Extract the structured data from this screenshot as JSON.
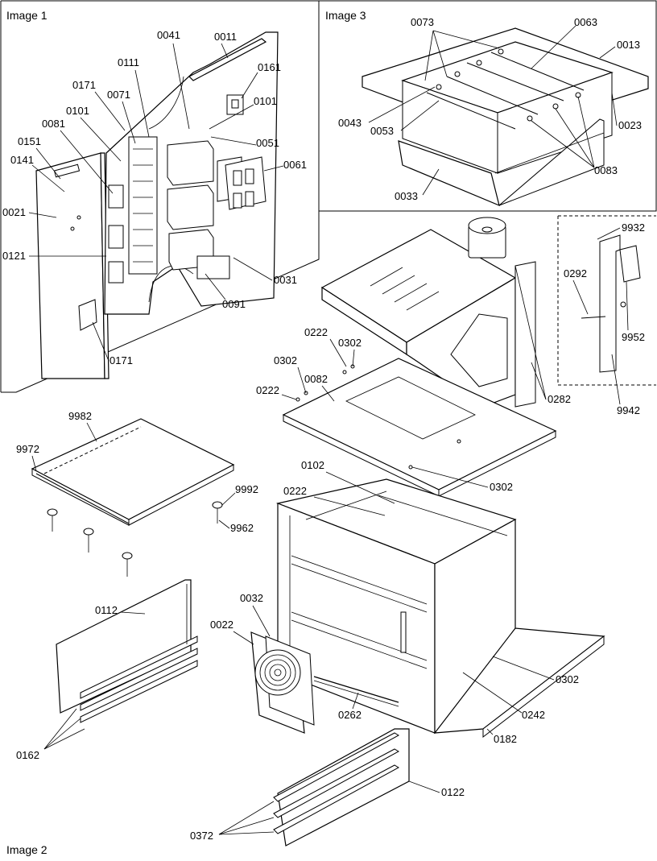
{
  "panels": {
    "image1": "Image 1",
    "image2": "Image 2",
    "image3": "Image 3"
  },
  "callouts": {
    "c0011": "0011",
    "c0041": "0041",
    "c0161": "0161",
    "c0111": "0111",
    "c0101a": "0101",
    "c0171a": "0171",
    "c0071": "0071",
    "c0101b": "0101",
    "c0081": "0081",
    "c0051": "0051",
    "c0151": "0151",
    "c0141": "0141",
    "c0061": "0061",
    "c0021": "0021",
    "c0121": "0121",
    "c0031": "0031",
    "c0091": "0091",
    "c0171b": "0171",
    "c0073": "0073",
    "c0063": "0063",
    "c0013": "0013",
    "c0043": "0043",
    "c0053": "0053",
    "c0023": "0023",
    "c0083": "0083",
    "c0033": "0033",
    "c9932": "9932",
    "c0292": "0292",
    "c9952": "9952",
    "c9942": "9942",
    "c0282": "0282",
    "c0222a": "0222",
    "c0302a": "0302",
    "c0302b": "0302",
    "c0082": "0082",
    "c0222b": "0222",
    "c9982": "9982",
    "c9972": "9972",
    "c0302c": "0302",
    "c9992": "9992",
    "c9962": "9962",
    "c0102": "0102",
    "c0222c": "0222",
    "c0112": "0112",
    "c0032": "0032",
    "c0022": "0022",
    "c0302d": "0302",
    "c0242": "0242",
    "c0262": "0262",
    "c0182": "0182",
    "c0162": "0162",
    "c0122": "0122",
    "c0372": "0372"
  }
}
